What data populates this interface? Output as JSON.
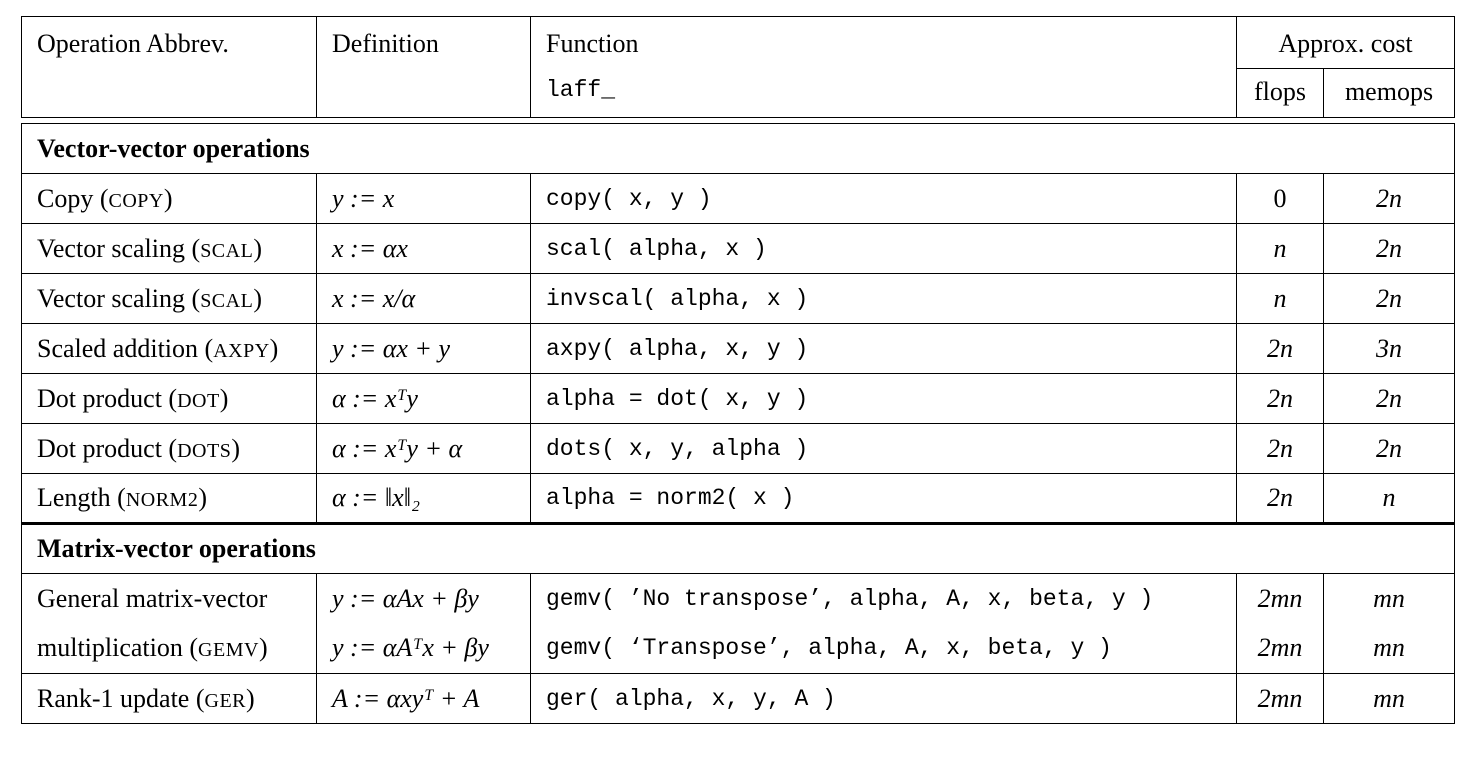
{
  "header": {
    "abbrev": "Operation Abbrev.",
    "definition": "Definition",
    "function": "Function",
    "function_prefix": "laff_",
    "cost": "Approx. cost",
    "flops": "flops",
    "memops": "memops"
  },
  "sections": [
    {
      "title": "Vector-vector operations",
      "rows": [
        {
          "name": "Copy",
          "abbr": "COPY",
          "def": "y := x",
          "func": "copy( x, y )",
          "flops": "0",
          "memops": "2n"
        },
        {
          "name": "Vector scaling",
          "abbr": "SCAL",
          "def": "x := αx",
          "func": "scal( alpha, x )",
          "flops": "n",
          "memops": "2n"
        },
        {
          "name": "Vector scaling",
          "abbr": "SCAL",
          "def": "x := x/α",
          "func": "invscal( alpha, x )",
          "flops": "n",
          "memops": "2n"
        },
        {
          "name": "Scaled addition",
          "abbr": "AXPY",
          "def": "y := αx + y",
          "func": "axpy( alpha, x, y )",
          "flops": "2n",
          "memops": "3n"
        },
        {
          "name": "Dot product",
          "abbr": "DOT",
          "def": "α := xᵀy",
          "func": "alpha = dot( x, y )",
          "flops": "2n",
          "memops": "2n"
        },
        {
          "name": "Dot product",
          "abbr": "DOTS",
          "def": "α := xᵀy + α",
          "func": "dots( x, y, alpha )",
          "flops": "2n",
          "memops": "2n"
        },
        {
          "name": "Length",
          "abbr": "NORM2",
          "def": "α := ‖x‖₂",
          "func": "alpha = norm2( x )",
          "flops": "2n",
          "memops": "n"
        }
      ]
    },
    {
      "title": "Matrix-vector operations",
      "rows": [
        {
          "name": "General matrix-vector",
          "abbr": "",
          "def": "y := αAx + βy",
          "func": "gemv( ’No transpose’, alpha, A, x, beta, y )",
          "flops": "2mn",
          "memops": "mn"
        },
        {
          "name": "multiplication",
          "abbr": "GEMV",
          "def": "y := αAᵀx + βy",
          "func": "gemv( ‘Transpose’, alpha, A, x, beta, y )",
          "flops": "2mn",
          "memops": "mn"
        },
        {
          "name": "Rank-1 update",
          "abbr": "GER",
          "def": "A := αxyᵀ + A",
          "func": "ger( alpha, x, y, A )",
          "flops": "2mn",
          "memops": "mn"
        }
      ]
    }
  ]
}
